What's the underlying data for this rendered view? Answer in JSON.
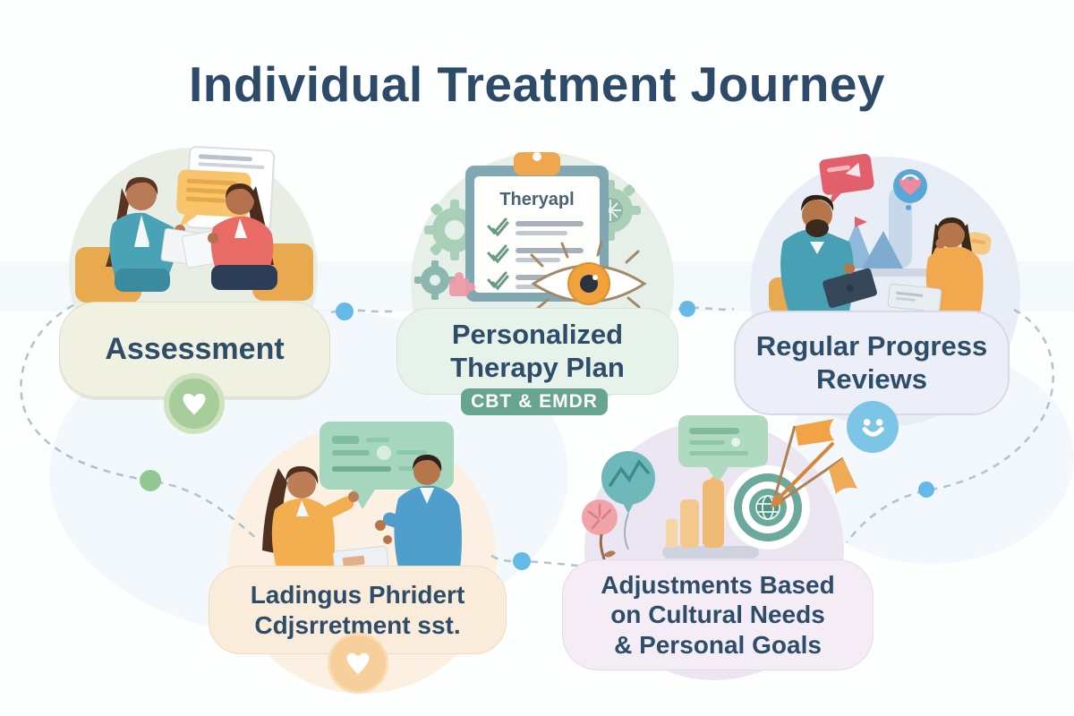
{
  "title": "Individual Treatment Journey",
  "steps": [
    {
      "label": "Assessment",
      "badge_icon": "heart-icon"
    },
    {
      "label_line1": "Personalized",
      "label_line2": "Therapy Plan",
      "tag": "CBT & EMDR",
      "clipboard_title": "Theryapl"
    },
    {
      "label_line1": "Regular Progress",
      "label_line2": "Reviews",
      "badge_icon": "smiley-icon"
    },
    {
      "label_line1": "Ladingus Phridert",
      "label_line2": "Cdjsrretment sst.",
      "badge_icon": "heart-icon"
    },
    {
      "label_line1": "Adjustments Based",
      "label_line2": "on Cultural Needs",
      "label_line3": "& Personal Goals"
    }
  ],
  "colors": {
    "title_text": "#2d4a68",
    "card_text": "#2e4d68",
    "connector_line": "#a4b8c6",
    "node_blue": "#64b9e6",
    "node_green": "#90c890",
    "tag_background": "#68a591",
    "assessment_card": "#f1f1e2",
    "therapy_plan_card": "#e7f2ea",
    "progress_reviews_card": "#edeff8",
    "session_card": "#faecdb",
    "adjustments_card": "#f5edf6"
  }
}
